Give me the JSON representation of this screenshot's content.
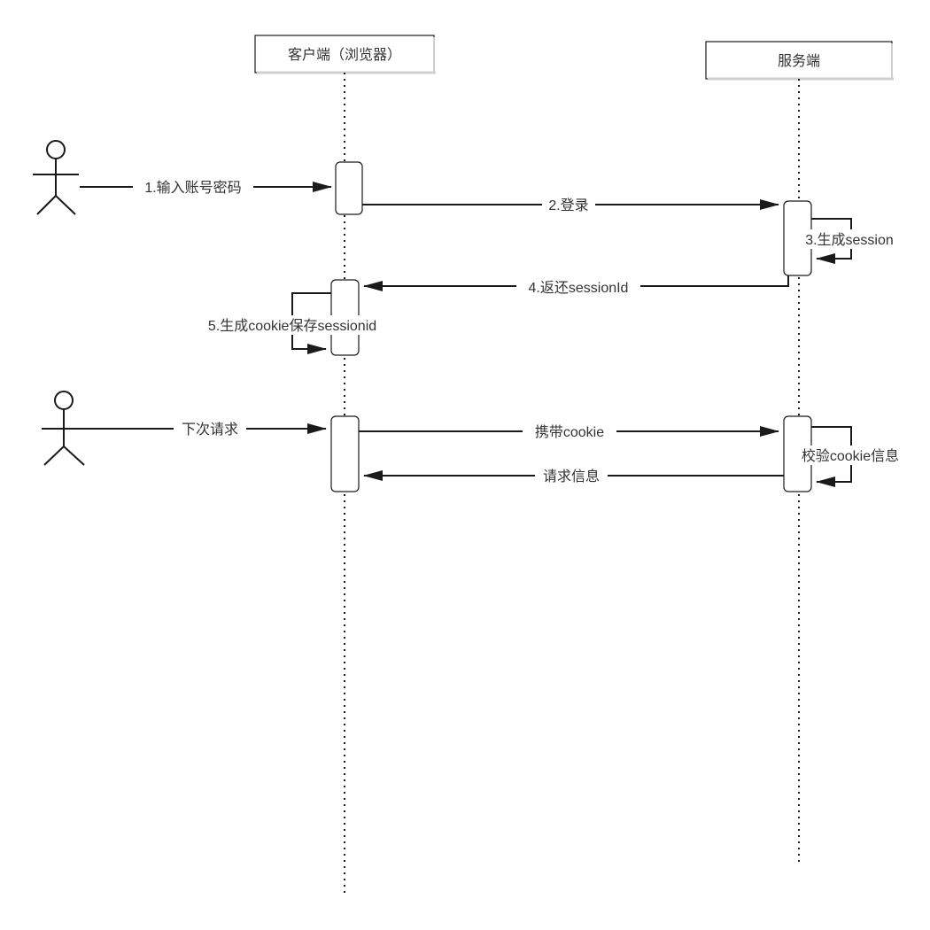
{
  "colors": {
    "line": "#1a1a1a",
    "text": "#333333",
    "background": "#ffffff"
  },
  "participants": {
    "client": "客户端（浏览器）",
    "server": "服务端"
  },
  "messages": {
    "m1": "1.输入账号密码",
    "m2": "2.登录",
    "m3": "3.生成session",
    "m4": "4.返还sessionId",
    "m5": "5.生成cookie保存sessionid",
    "m6": "下次请求",
    "m7": "携带cookie",
    "m8": "校验cookie信息",
    "m9": "请求信息"
  }
}
